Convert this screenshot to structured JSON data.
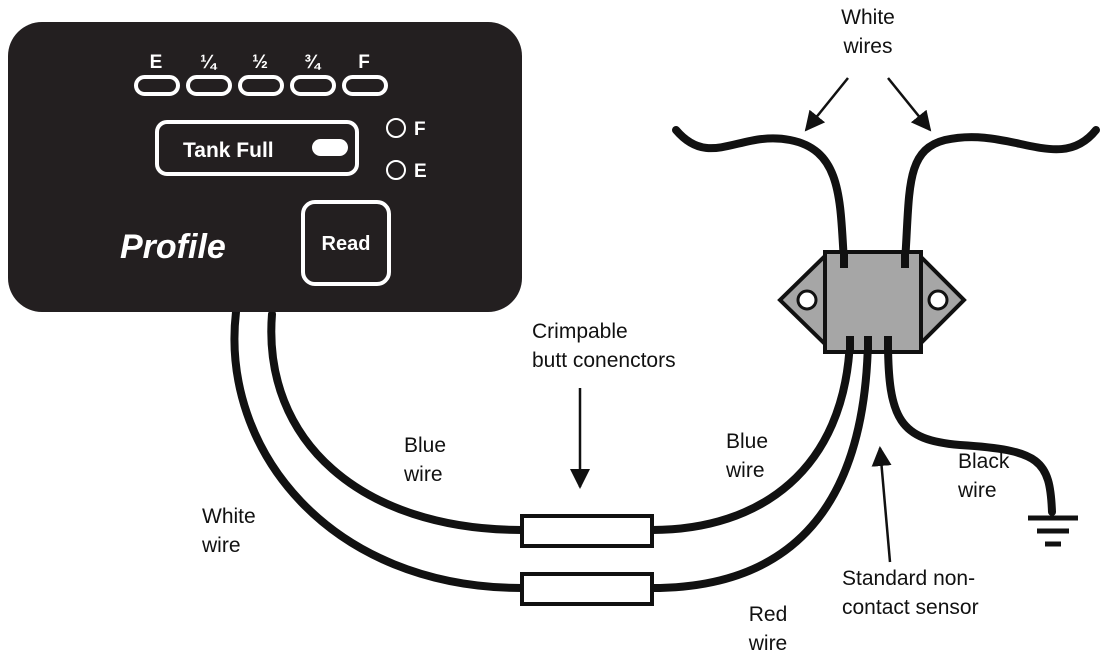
{
  "panel": {
    "brand": "Profile",
    "levels": [
      "E",
      "¼",
      "½",
      "¾",
      "F"
    ],
    "tank_full": "Tank Full",
    "read_button": "Read",
    "indicator_full": "F",
    "indicator_empty": "E"
  },
  "labels": {
    "white_wires": [
      "White",
      "wires"
    ],
    "crimp": [
      "Crimpable",
      "butt conenctors"
    ],
    "blue_left": [
      "Blue",
      "wire"
    ],
    "blue_right": [
      "Blue",
      "wire"
    ],
    "white_wire": [
      "White",
      "wire"
    ],
    "red_wire": [
      "Red",
      "wire"
    ],
    "black_wire": [
      "Black",
      "wire"
    ],
    "sensor": [
      "Standard non-",
      "contact sensor"
    ]
  },
  "colors": {
    "panel": "#231f20",
    "sensor_body": "#a6a6a6",
    "wire": "#111111"
  }
}
